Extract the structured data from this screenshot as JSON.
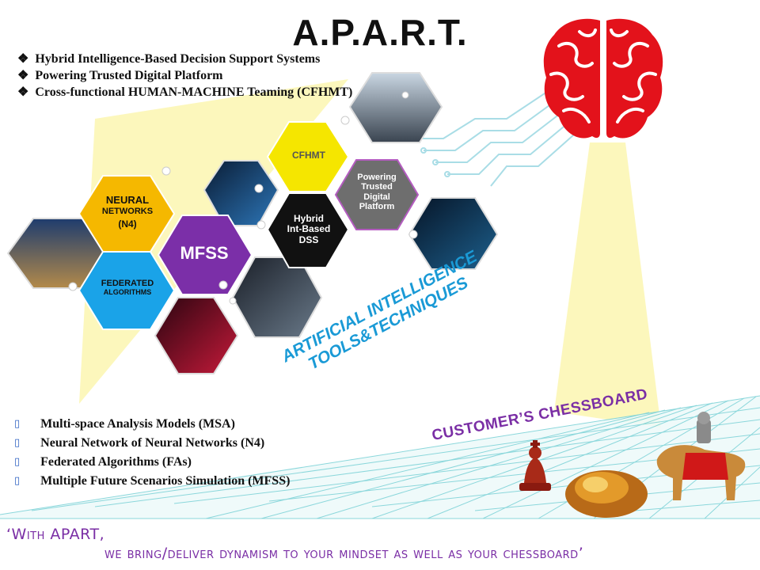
{
  "title": "A.P.A.R.T.",
  "top_bullets": [
    "Hybrid Intelligence-Based Decision Support Systems",
    "Powering Trusted Digital Platform",
    "Cross-functional HUMAN-MACHINE Teaming (CFHMT)"
  ],
  "hexagons": {
    "neural": {
      "line1": "NEURAL",
      "line2": "NETWORKS",
      "line3": "(N4)"
    },
    "federated": {
      "line1": "FEDERATED",
      "line2": "ALGORITHMS"
    },
    "mfss": "MFSS",
    "cfhmt": "CFHMT",
    "hybrid": {
      "line1": "Hybrid",
      "line2": "Int-Based",
      "line3": "DSS"
    },
    "powering": {
      "line1": "Powering",
      "line2": "Trusted",
      "line3": "Digital",
      "line4": "Platform"
    }
  },
  "ai_label": {
    "line1": "ARTIFICIAL INTELLIGENCE",
    "line2": "TOOLS&TECHNIQUES"
  },
  "bottom_bullets": [
    "Multi-space Analysis Models (MSA)",
    "Neural Network of Neural Networks (N4)",
    "Federated Algorithms (FAs)",
    "Multiple Future Scenarios Simulation (MFSS)"
  ],
  "chessboard_label": "CUSTOMER’S CHESSBOARD",
  "quote": {
    "line1": "‘With APART,",
    "line2": "we bring/deliver dynamism to your mindset as well as your chessboard’"
  },
  "colors": {
    "neural": "#f5b800",
    "federated": "#1aa3e8",
    "mfss": "#7b2fa8",
    "cfhmt": "#f5e600",
    "hybrid": "#111111",
    "powering": "#6e6e6e",
    "spotlight": "#fbf6b0",
    "brain": "#e3121b",
    "accent_purple": "#7a2ea5",
    "accent_blue": "#1a9ad6"
  }
}
